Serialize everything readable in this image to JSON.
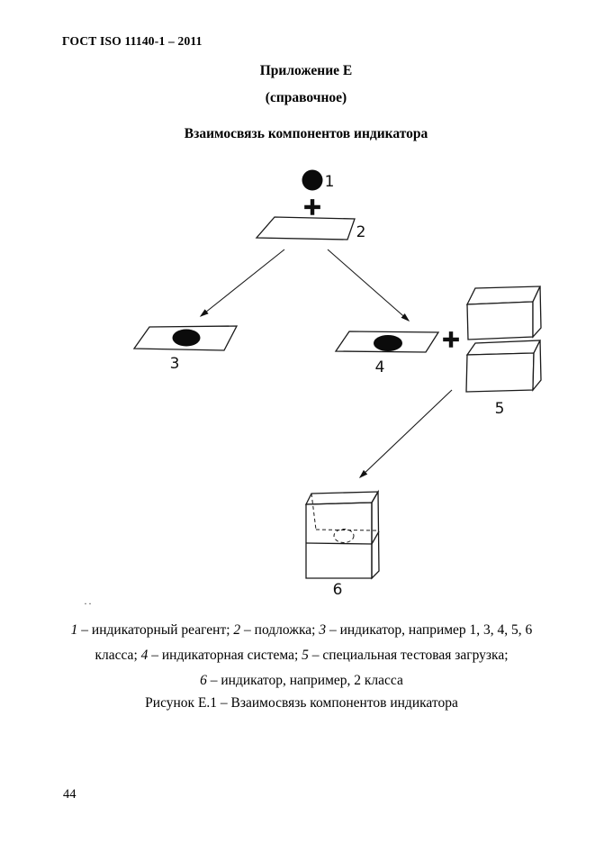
{
  "page": {
    "doc_number": "ГОСТ ISO 11140-1 – 2011",
    "page_number": "44",
    "stray_mark": "··"
  },
  "headings": {
    "appendix": "Приложение Е",
    "appendix_type": "(справочное)",
    "title": "Взаимосвязь компонентов индикатора"
  },
  "diagram": {
    "plus_icon": "+",
    "label_1": "1",
    "label_2": "2",
    "label_3": "3",
    "label_4": "4",
    "label_5": "5",
    "label_6": "6"
  },
  "legend": {
    "l1_n1": "1",
    "l1_t1": " – индикаторный реагент; ",
    "l1_n2": "2",
    "l1_t2": " – подложка; ",
    "l1_n3": "3",
    "l1_t3": " – индикатор, например 1, 3, 4, 5, 6",
    "l2_t0": "класса; ",
    "l2_n1": "4",
    "l2_t1": " – индикаторная система; ",
    "l2_n2": "5",
    "l2_t2": " – специальная тестовая загрузка;",
    "l3_n1": "6",
    "l3_t1": " – индикатор, например, 2 класса"
  },
  "figure_caption": "Рисунок Е.1 – Взаимосвязь компонентов индикатора"
}
